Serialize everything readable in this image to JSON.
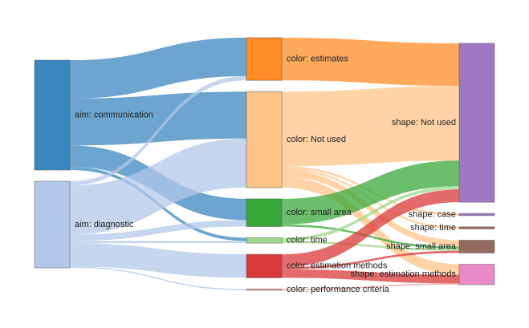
{
  "chart_data": {
    "type": "sankey",
    "colors": {
      "aim: communication": "#3a87c0",
      "aim: diagnostic": "#b3c8e8",
      "color: estimates": "#ff8c26",
      "color: Not used": "#ffc488",
      "color: small area": "#3aa83a",
      "color: time": "#9fd88a",
      "color: estimation methods": "#d93a3a",
      "color: performance criteria": "#f29a9a",
      "shape: Not used": "#9f79c6",
      "shape: case": "#9f79c6",
      "shape: time": "#9e6f5f",
      "shape: small area": "#946b5e",
      "shape: estimation methods": "#e88bc8"
    },
    "columns": [
      [
        "aim: communication",
        "aim: diagnostic"
      ],
      [
        "color: estimates",
        "color: Not used",
        "color: small area",
        "color: time",
        "color: estimation methods",
        "color: performance criteria"
      ],
      [
        "shape: Not used",
        "shape: case",
        "shape: time",
        "shape: small area",
        "shape: estimation methods"
      ]
    ],
    "nodes": [
      {
        "id": "aim: communication",
        "label": "aim: communication"
      },
      {
        "id": "aim: diagnostic",
        "label": "aim: diagnostic"
      },
      {
        "id": "color: estimates",
        "label": "color: estimates"
      },
      {
        "id": "color: Not used",
        "label": "color: Not used"
      },
      {
        "id": "color: small area",
        "label": "color: small area"
      },
      {
        "id": "color: time",
        "label": "color: time"
      },
      {
        "id": "color: estimation methods",
        "label": "color: estimation methods"
      },
      {
        "id": "color: performance criteria",
        "label": "color: performance criteria"
      },
      {
        "id": "shape: Not used",
        "label": "shape: Not used"
      },
      {
        "id": "shape: case",
        "label": "shape: case"
      },
      {
        "id": "shape: time",
        "label": "shape: time"
      },
      {
        "id": "shape: small area",
        "label": "shape: small area"
      },
      {
        "id": "shape: estimation methods",
        "label": "shape: estimation methods"
      }
    ],
    "links": [
      {
        "source": "aim: communication",
        "target": "color: estimates",
        "value": 18
      },
      {
        "source": "aim: communication",
        "target": "color: Not used",
        "value": 22
      },
      {
        "source": "aim: communication",
        "target": "color: small area",
        "value": 10
      },
      {
        "source": "aim: communication",
        "target": "color: time",
        "value": 1.5
      },
      {
        "source": "aim: diagnostic",
        "target": "color: estimates",
        "value": 2
      },
      {
        "source": "aim: diagnostic",
        "target": "color: Not used",
        "value": 23
      },
      {
        "source": "aim: diagnostic",
        "target": "color: small area",
        "value": 3
      },
      {
        "source": "aim: diagnostic",
        "target": "color: time",
        "value": 1
      },
      {
        "source": "aim: diagnostic",
        "target": "color: estimation methods",
        "value": 11
      },
      {
        "source": "aim: diagnostic",
        "target": "color: performance criteria",
        "value": 0.6
      },
      {
        "source": "color: estimates",
        "target": "shape: Not used",
        "value": 20
      },
      {
        "source": "color: Not used",
        "target": "shape: Not used",
        "value": 35
      },
      {
        "source": "color: Not used",
        "target": "shape: case",
        "value": 1
      },
      {
        "source": "color: Not used",
        "target": "shape: time",
        "value": 1
      },
      {
        "source": "color: Not used",
        "target": "shape: small area",
        "value": 3
      },
      {
        "source": "color: Not used",
        "target": "shape: estimation methods",
        "value": 5
      },
      {
        "source": "color: small area",
        "target": "shape: Not used",
        "value": 12
      },
      {
        "source": "color: small area",
        "target": "shape: small area",
        "value": 1
      },
      {
        "source": "color: time",
        "target": "shape: Not used",
        "value": 1.5
      },
      {
        "source": "color: time",
        "target": "shape: small area",
        "value": 1
      },
      {
        "source": "color: estimation methods",
        "target": "shape: Not used",
        "value": 6
      },
      {
        "source": "color: estimation methods",
        "target": "shape: small area",
        "value": 1
      },
      {
        "source": "color: estimation methods",
        "target": "shape: estimation methods",
        "value": 4
      },
      {
        "source": "color: performance criteria",
        "target": "shape: estimation methods",
        "value": 0.6
      }
    ]
  }
}
